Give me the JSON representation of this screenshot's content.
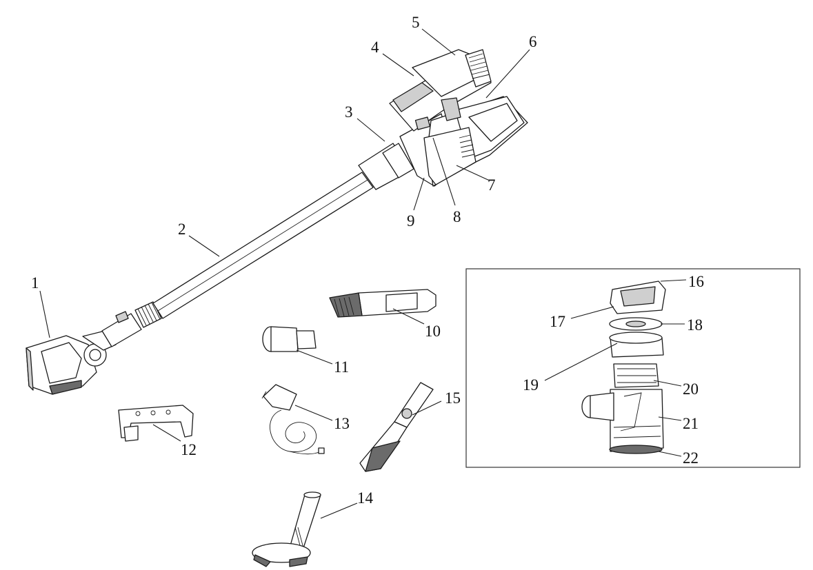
{
  "diagram": {
    "type": "exploded parts diagram",
    "subject": "cordless stick vacuum cleaner",
    "callouts": [
      "1",
      "2",
      "3",
      "4",
      "5",
      "6",
      "7",
      "8",
      "9",
      "10",
      "11",
      "12",
      "13",
      "14",
      "15",
      "16",
      "17",
      "18",
      "19",
      "20",
      "21",
      "22"
    ]
  }
}
